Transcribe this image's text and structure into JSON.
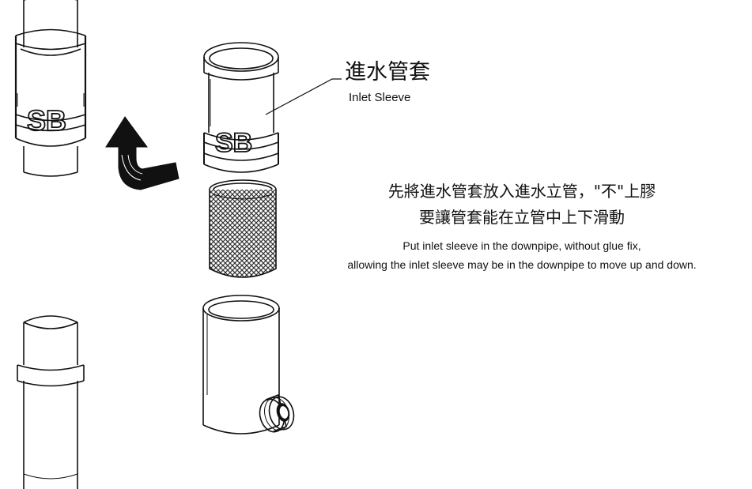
{
  "callout": {
    "label_zh": "進水管套",
    "label_en": "Inlet Sleeve"
  },
  "logo_text": "SB",
  "instructions": {
    "line1_zh": "先將進水管套放入進水立管，\"不\"上膠",
    "line2_zh": "要讓管套能在立管中上下滑動",
    "line1_en": "Put inlet sleeve in the downpipe, without glue fix,",
    "line2_en": "allowing the inlet sleeve may be in the downpipe to move up and down."
  },
  "colors": {
    "stroke": "#111111",
    "background": "#ffffff",
    "mesh": "#444444"
  }
}
